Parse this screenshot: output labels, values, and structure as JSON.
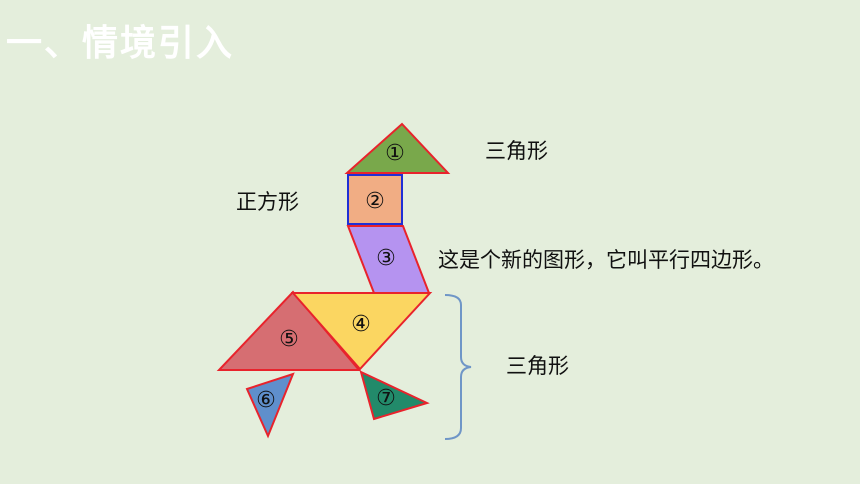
{
  "slide": {
    "title": "一、情境引入",
    "labels": {
      "triangle_top": "三角形",
      "square": "正方形",
      "parallelogram": "这是个新的图形，它叫平行四边形。",
      "triangles_group": "三角形"
    }
  },
  "pieces": [
    {
      "num": "①",
      "shape": "triangle",
      "color": "#79a84b"
    },
    {
      "num": "②",
      "shape": "square",
      "color": "#f1ad84"
    },
    {
      "num": "③",
      "shape": "parallelogram",
      "color": "#b593f0"
    },
    {
      "num": "④",
      "shape": "triangle",
      "color": "#fbd661"
    },
    {
      "num": "⑤",
      "shape": "triangle",
      "color": "#d66e72"
    },
    {
      "num": "⑥",
      "shape": "triangle",
      "color": "#5f8fcc"
    },
    {
      "num": "⑦",
      "shape": "triangle",
      "color": "#228a6a"
    }
  ],
  "colors": {
    "background": "#e4eedc",
    "outline": "#e8232c",
    "square_outline": "#1f2fd6",
    "brace": "#6f96c7",
    "title": "#ffffff"
  }
}
